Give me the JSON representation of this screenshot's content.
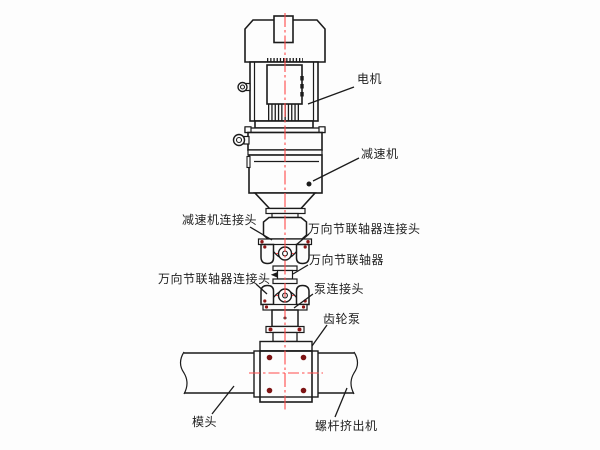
{
  "diagram": {
    "type": "technical-assembly-diagram",
    "labels": {
      "motor": "电机",
      "reducer": "减速机",
      "reducer_connector": "减速机连接头",
      "uj_coupling_connector_right": "万向节联轴器连接头",
      "uj_coupling": "万向节联轴器",
      "uj_coupling_connector_left": "万向节联轴器连接头",
      "pump_connector": "泵连接头",
      "gear_pump": "齿轮泵",
      "die_head": "模头",
      "screw_extruder": "螺杆挤出机"
    },
    "colors": {
      "outline": "#1b1b1b",
      "centerline": "#ff4a4a",
      "bolt_dot": "#8f1616",
      "label_text": "#1f1f1f",
      "background": "#fdfdfd"
    }
  }
}
